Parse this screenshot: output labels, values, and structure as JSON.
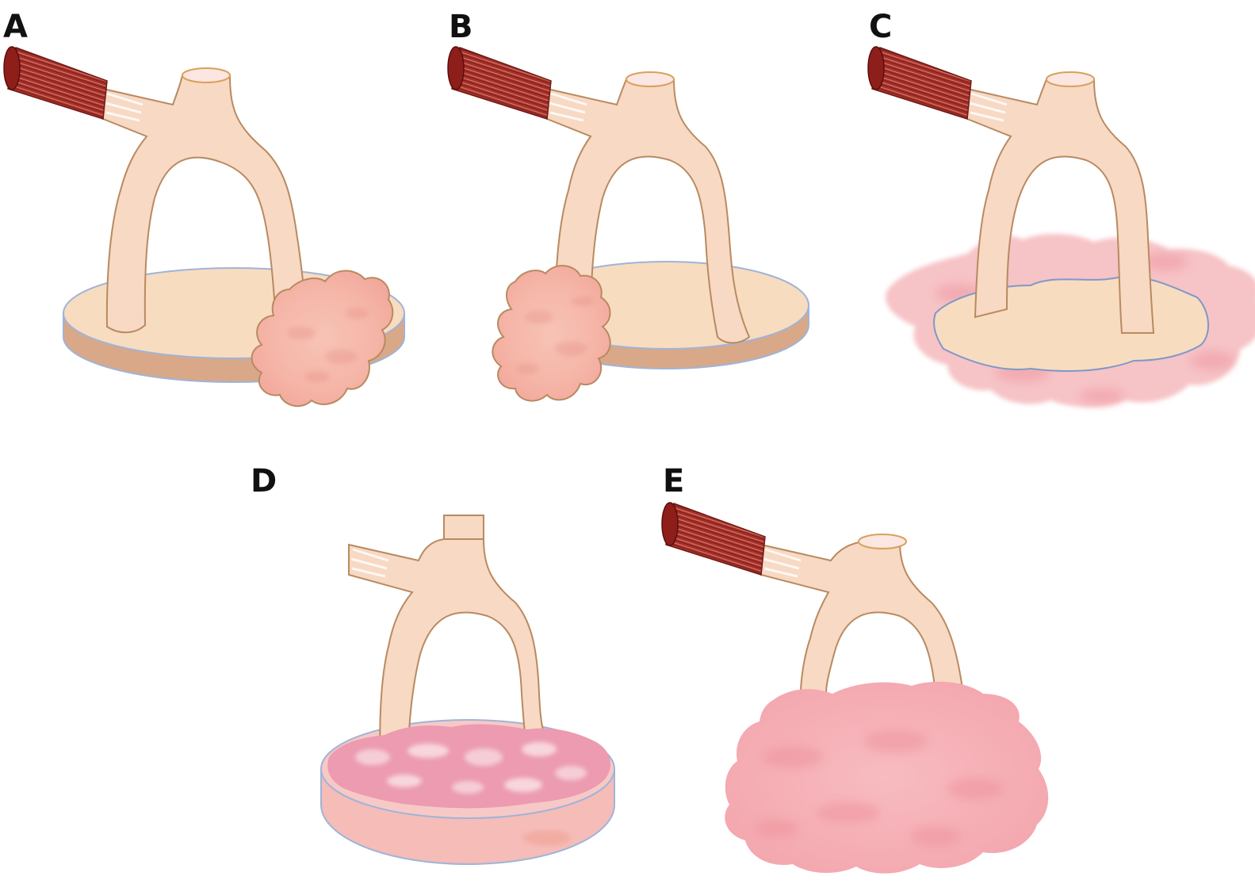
{
  "panels": [
    {
      "label": "A"
    },
    {
      "label": "B"
    },
    {
      "label": "C"
    },
    {
      "label": "D"
    },
    {
      "label": "E"
    }
  ],
  "colors": {
    "background": "#ffffff",
    "tendon_flesh": "#f7d9c4",
    "tendon_outline": "#b98a60",
    "disc_top": "#f8dcc0",
    "disc_side": "#d9a888",
    "disc_outline": "#9fb4d8",
    "muscle_red": "#9a2a24",
    "lesion_pink": "#f4b3ae",
    "swelling_pink": "#f2a7ad"
  }
}
